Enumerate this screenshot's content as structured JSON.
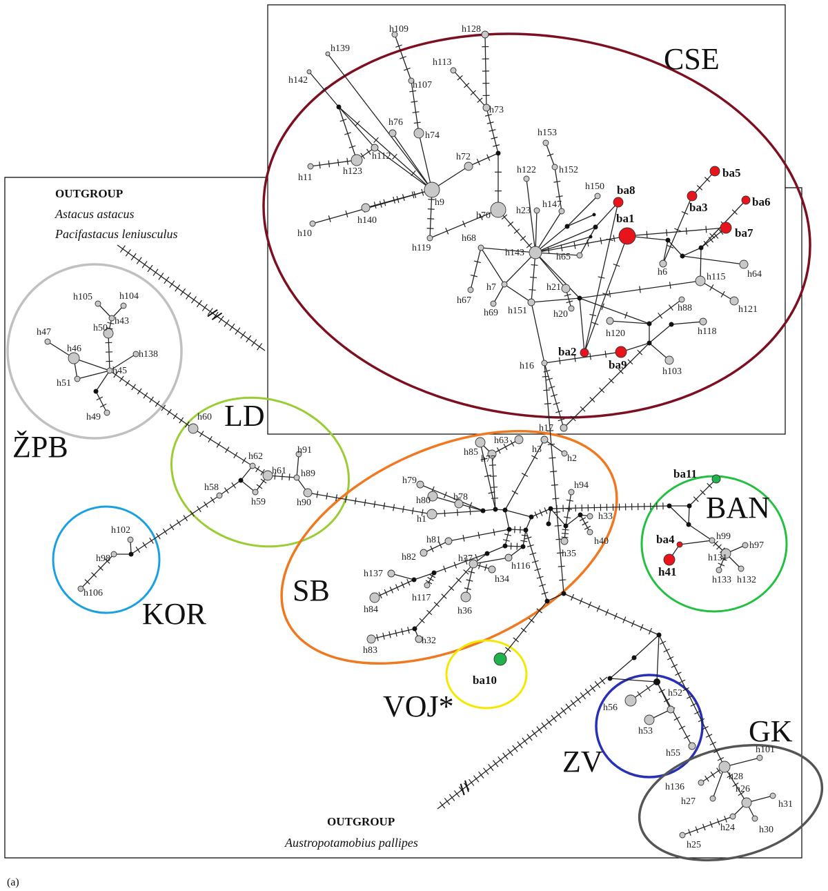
{
  "caption": "(a)",
  "colors": {
    "node_gray": "#c8c8c8",
    "node_red": "#e8141c",
    "node_green": "#22b24c",
    "node_black": "#111111",
    "CSE": "#7d1020",
    "ZPB": "#c0c0c0",
    "LD": "#9acd32",
    "KOR": "#1aa0e0",
    "SB": "#f07820",
    "BAN": "#22c040",
    "VOJ": "#f5e800",
    "ZV": "#2830b8",
    "GK": "#555555"
  },
  "groups": [
    {
      "id": "CSE",
      "label": "CSE"
    },
    {
      "id": "ZPB",
      "label": "ŽPB"
    },
    {
      "id": "LD",
      "label": "LD"
    },
    {
      "id": "KOR",
      "label": "KOR"
    },
    {
      "id": "SB",
      "label": "SB"
    },
    {
      "id": "BAN",
      "label": "BAN"
    },
    {
      "id": "VOJ",
      "label": "VOJ*"
    },
    {
      "id": "ZV",
      "label": "ZV"
    },
    {
      "id": "GK",
      "label": "GK"
    }
  ],
  "outgroups": [
    {
      "title": "OUTGROUP",
      "species": [
        "Astacus astacus",
        "Pacifastacus leniusculus"
      ]
    },
    {
      "title": "OUTGROUP",
      "species": [
        "Austropotamobius pallipes"
      ]
    }
  ],
  "haplotypes": {
    "gray": [
      "h1",
      "h2",
      "h3",
      "h6",
      "h7",
      "h9",
      "h10",
      "h11",
      "h16",
      "h17",
      "h20",
      "h21",
      "h23",
      "h24",
      "h25",
      "h26",
      "h27",
      "h28",
      "h30",
      "h31",
      "h32",
      "h33",
      "h34",
      "h35",
      "h36",
      "h37",
      "h40",
      "h43",
      "h45",
      "h46",
      "h47",
      "h49",
      "h50",
      "h51",
      "h52",
      "h53",
      "h55",
      "h56",
      "h58",
      "h59",
      "h60",
      "h61",
      "h62",
      "h63",
      "h64",
      "h65",
      "h67",
      "h68",
      "h69",
      "h70",
      "h72",
      "h73",
      "h74",
      "h76",
      "h77",
      "h78",
      "h79",
      "h80",
      "h81",
      "h82",
      "h83",
      "h84",
      "h85",
      "h88",
      "h89",
      "h90",
      "h91",
      "h94",
      "h97",
      "h98",
      "h99",
      "h101",
      "h102",
      "h103",
      "h104",
      "h105",
      "h106",
      "h107",
      "h109",
      "h112",
      "h113",
      "h115",
      "h116",
      "h117",
      "h118",
      "h119",
      "h120",
      "h121",
      "h122",
      "h123",
      "h128",
      "h131",
      "h132",
      "h133",
      "h136",
      "h137",
      "h138",
      "h139",
      "h140",
      "h142",
      "h143",
      "h147",
      "h150",
      "h151",
      "h152",
      "h153"
    ],
    "red": [
      "ba1",
      "ba2",
      "ba3",
      "ba4",
      "ba5",
      "ba6",
      "ba7",
      "ba8",
      "ba9",
      "h41"
    ],
    "green": [
      "ba10",
      "ba11"
    ]
  }
}
